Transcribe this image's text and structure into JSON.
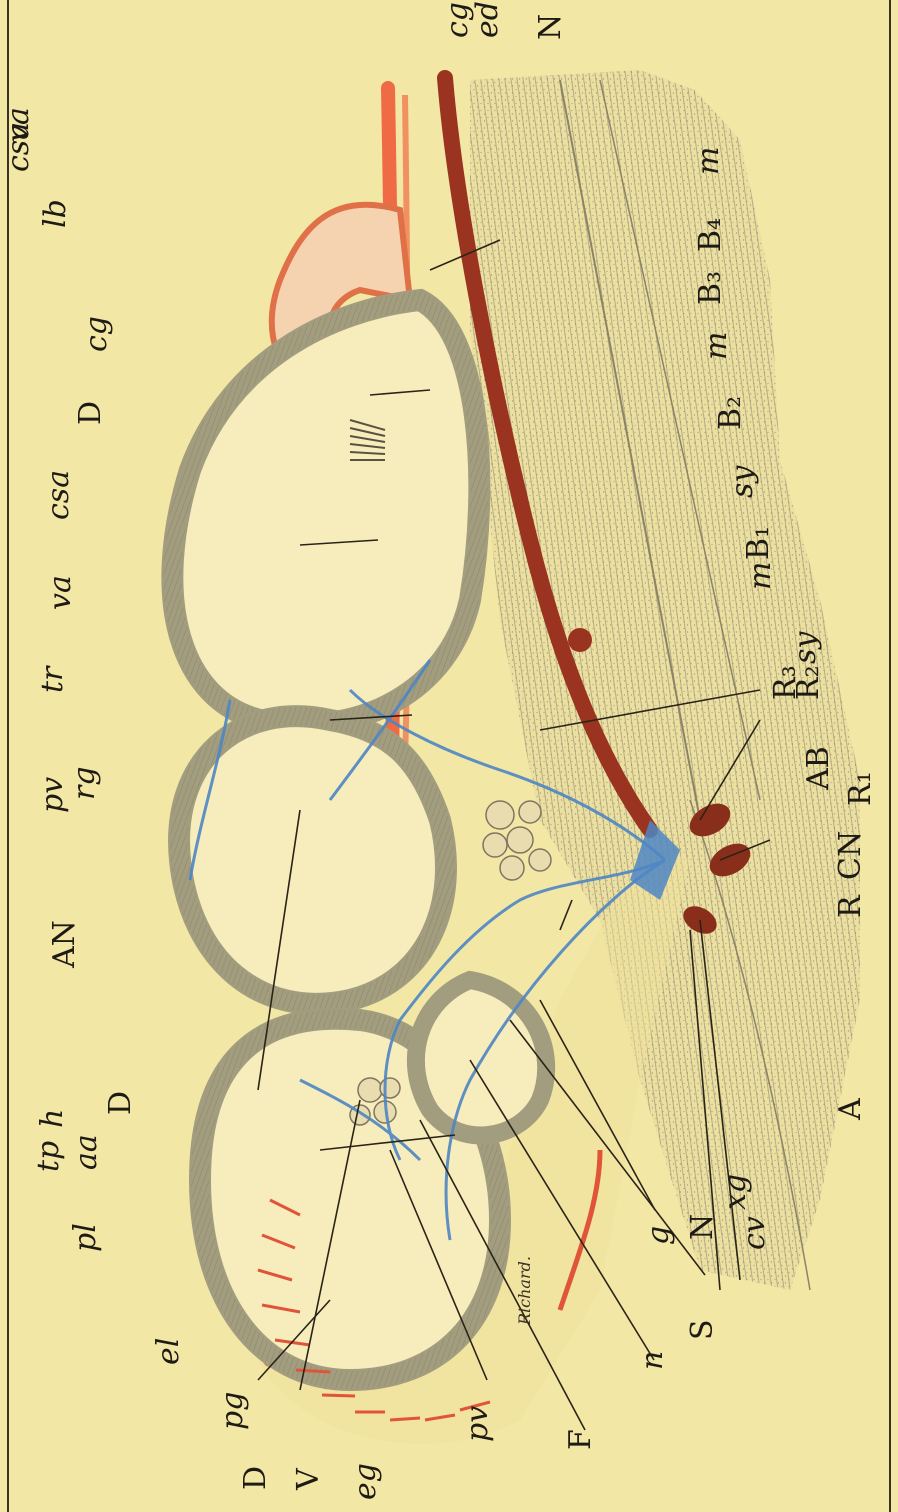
{
  "figure": {
    "signature": "Richard.",
    "colors": {
      "paper": "#f3e7a6",
      "arterial_red": "#ef6b45",
      "deep_red": "#9a3320",
      "venous_blue": "#4d86c4",
      "tissue_gray": "#a39d80",
      "ink": "#1e1a14"
    },
    "labels": [
      {
        "id": "pl",
        "text": "pl"
      },
      {
        "id": "tp",
        "text": "tp"
      },
      {
        "id": "h",
        "text": "h"
      },
      {
        "id": "aa",
        "text": "aa"
      },
      {
        "id": "D1",
        "text": "D"
      },
      {
        "id": "AN",
        "text": "AN"
      },
      {
        "id": "pv1",
        "text": "pv"
      },
      {
        "id": "rg",
        "text": "rg"
      },
      {
        "id": "tr",
        "text": "tr"
      },
      {
        "id": "va1",
        "text": "va"
      },
      {
        "id": "csa1",
        "text": "csa"
      },
      {
        "id": "D2",
        "text": "D"
      },
      {
        "id": "cg1",
        "text": "cg"
      },
      {
        "id": "lb",
        "text": "lb"
      },
      {
        "id": "va2",
        "text": "va"
      },
      {
        "id": "csa2",
        "text": "csa"
      },
      {
        "id": "cg2",
        "text": "cg"
      },
      {
        "id": "ed",
        "text": "ed"
      },
      {
        "id": "N1",
        "text": "N"
      },
      {
        "id": "m1",
        "text": "m"
      },
      {
        "id": "B4",
        "text": "B₄"
      },
      {
        "id": "B3",
        "text": "B₃"
      },
      {
        "id": "m2",
        "text": "m"
      },
      {
        "id": "B2",
        "text": "B₂"
      },
      {
        "id": "sy1",
        "text": "sy"
      },
      {
        "id": "B1",
        "text": "B₁"
      },
      {
        "id": "m3",
        "text": "m"
      },
      {
        "id": "R3",
        "text": "R₃"
      },
      {
        "id": "sy2",
        "text": "sy"
      },
      {
        "id": "R2",
        "text": "R₂"
      },
      {
        "id": "AB",
        "text": "AB"
      },
      {
        "id": "R1",
        "text": "R₁"
      },
      {
        "id": "CN",
        "text": "CN"
      },
      {
        "id": "R",
        "text": "R"
      },
      {
        "id": "A",
        "text": "A"
      },
      {
        "id": "xg",
        "text": "xg"
      },
      {
        "id": "cv",
        "text": "cv"
      },
      {
        "id": "N2",
        "text": "N"
      },
      {
        "id": "g",
        "text": "g"
      },
      {
        "id": "S",
        "text": "S"
      },
      {
        "id": "n",
        "text": "n"
      },
      {
        "id": "F",
        "text": "F"
      },
      {
        "id": "pv2",
        "text": "pv"
      },
      {
        "id": "eg",
        "text": "eg"
      },
      {
        "id": "V",
        "text": "V"
      },
      {
        "id": "D3",
        "text": "D"
      },
      {
        "id": "pg",
        "text": "pg"
      },
      {
        "id": "el",
        "text": "el"
      }
    ]
  }
}
